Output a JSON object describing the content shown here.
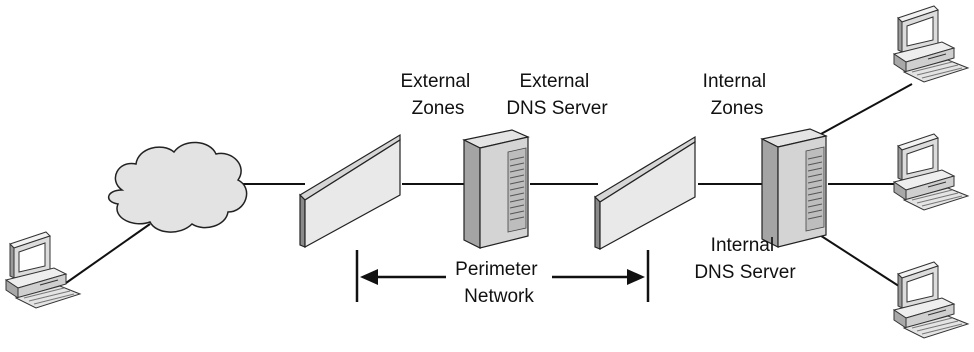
{
  "labels": {
    "external_zones": [
      "External",
      "Zones"
    ],
    "external_dns_server": [
      "External",
      "DNS Server"
    ],
    "internal_zones": [
      "Internal",
      "Zones"
    ],
    "internal_dns_server": [
      "Internal",
      "DNS Server"
    ],
    "perimeter_network": [
      "Perimeter",
      "Network"
    ]
  },
  "icons": {
    "client": "desktop-computer-icon",
    "internet": "cloud-icon",
    "firewall": "firewall-icon",
    "server": "server-tower-icon"
  },
  "colors": {
    "line": "#111111",
    "device_light": "#e6e6e6",
    "device_mid": "#b9b9b9",
    "device_dark": "#808080"
  }
}
